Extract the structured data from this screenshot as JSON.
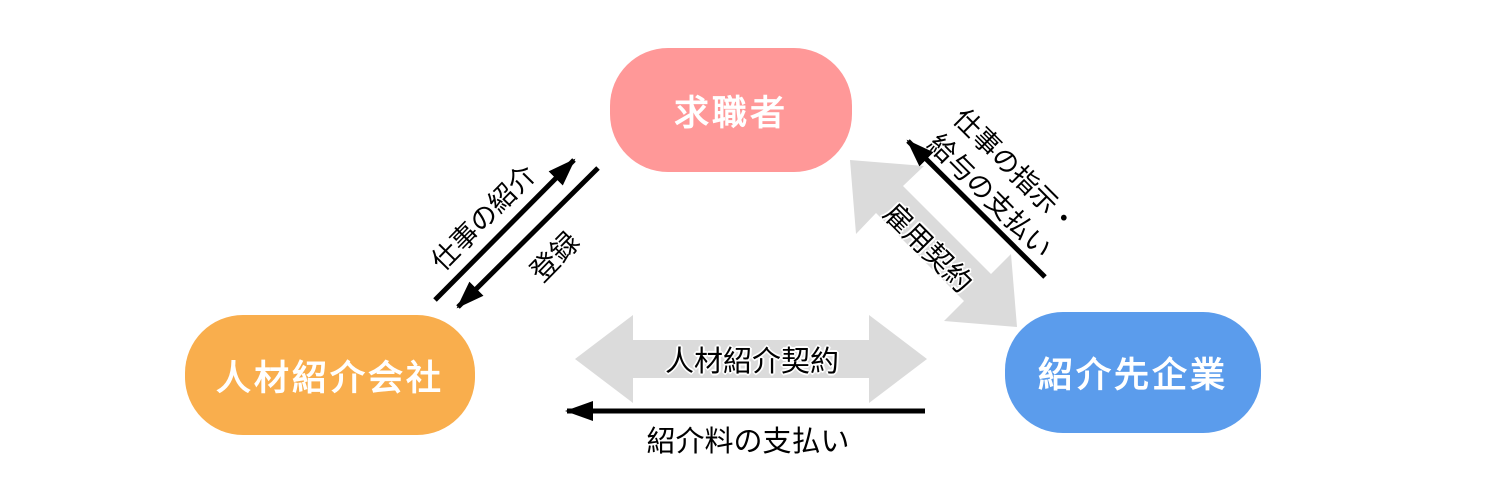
{
  "diagram_type": "relationship-triangle",
  "background": "#ffffff",
  "nodes": [
    {
      "id": "job-seeker",
      "label": "求職者",
      "color": "#ff9898",
      "text_color": "#ffffff"
    },
    {
      "id": "recruitment-agency",
      "label": "人材紹介会社",
      "color": "#f9ae4d",
      "text_color": "#ffffff"
    },
    {
      "id": "client-company",
      "label": "紹介先企業",
      "color": "#5b9cec",
      "text_color": "#ffffff"
    }
  ],
  "edges": [
    {
      "from": "recruitment-agency",
      "to": "job-seeker",
      "label": "仕事の紹介",
      "type": "black-arrow"
    },
    {
      "from": "job-seeker",
      "to": "recruitment-agency",
      "label": "登録",
      "type": "black-arrow"
    },
    {
      "from": "client-company",
      "to": "job-seeker",
      "label": "仕事の指示・給与の支払い",
      "label_lines": [
        "仕事の指示・",
        "給与の支払い"
      ],
      "type": "black-arrow"
    },
    {
      "between": [
        "job-seeker",
        "client-company"
      ],
      "label": "雇用契約",
      "type": "gray-double-arrow"
    },
    {
      "between": [
        "recruitment-agency",
        "client-company"
      ],
      "label": "人材紹介契約",
      "type": "gray-double-arrow"
    },
    {
      "from": "client-company",
      "to": "recruitment-agency",
      "label": "紹介料の支払い",
      "type": "black-arrow"
    }
  ],
  "colors": {
    "arrow_black": "#000000",
    "arrow_gray": "#dbdbdb",
    "label_text": "#000000"
  }
}
